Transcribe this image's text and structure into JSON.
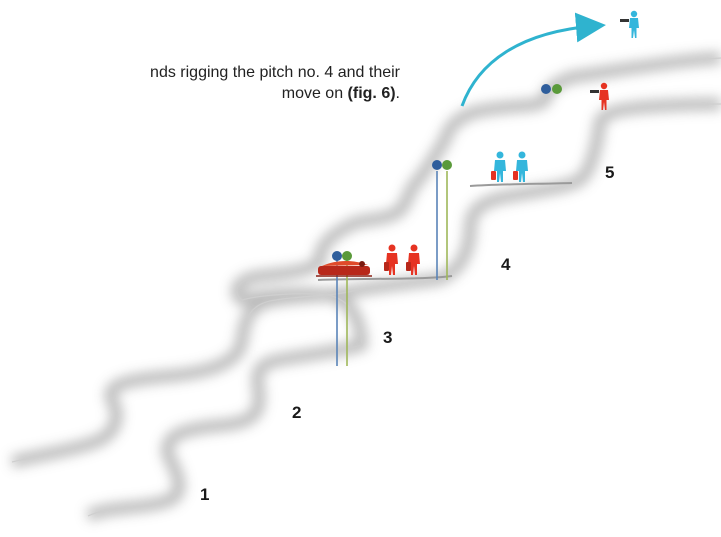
{
  "caption": {
    "line1": "nds rigging the pitch no. 4 and their",
    "line2_text": "move on ",
    "line2_bold": "(fig. 6)",
    "line2_end": "."
  },
  "pitches": [
    "1",
    "2",
    "3",
    "4",
    "5"
  ],
  "colors": {
    "cave_shadow": "#b8b8b8",
    "rigger": "#34b6dc",
    "rescuer": "#e63322",
    "anchor_blue": "#2f5e9c",
    "anchor_green": "#5a9a3a",
    "arrow": "#2fb3cf"
  },
  "icons": [
    "person-blue-icon",
    "person-red-icon",
    "stretcher-icon",
    "anchor-blue-icon",
    "anchor-green-icon",
    "arrow-icon"
  ]
}
